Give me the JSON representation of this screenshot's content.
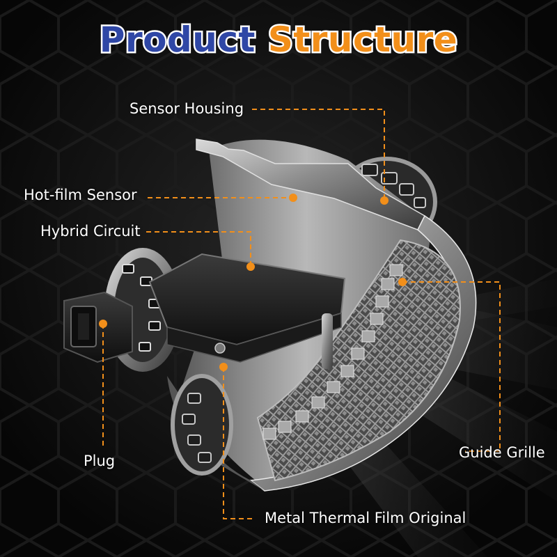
{
  "title": {
    "part1": "Product",
    "part2": "Structure"
  },
  "labels": {
    "sensor_housing": "Sensor Housing",
    "hot_film_sensor": "Hot-film Sensor",
    "hybrid_circuit": "Hybrid Circuit",
    "plug": "Plug",
    "guide_grille": "Guide Grille",
    "metal_thermal_film": "Metal Thermal Film Original"
  },
  "colors": {
    "title_primary": "#2f47a6",
    "title_accent": "#f28f1a",
    "callout": "#f28f1a",
    "label": "#ffffff",
    "background": "#0b0b0b"
  }
}
